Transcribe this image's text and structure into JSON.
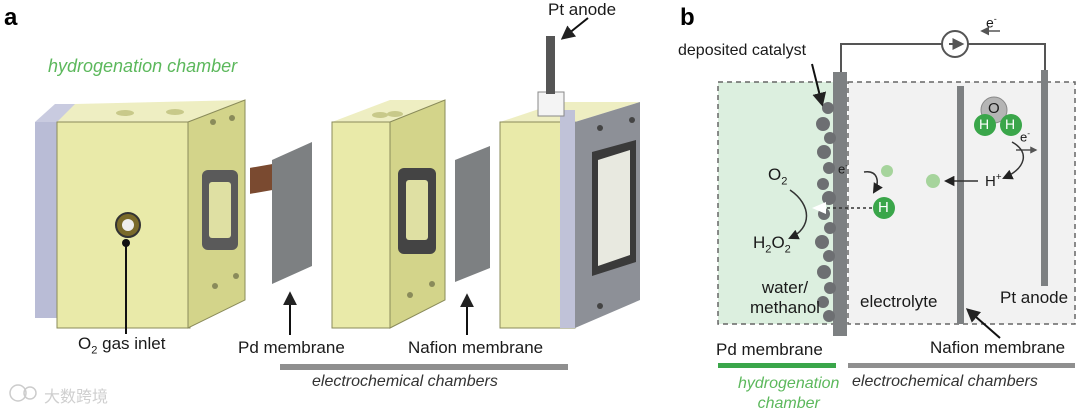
{
  "panel_a": {
    "letter": "a",
    "hydrogenation_chamber": "hydrogenation chamber",
    "pt_anode": "Pt anode",
    "o2_inlet": {
      "main": "O",
      "sub": "2",
      "rest": " gas inlet"
    },
    "pd_membrane": "Pd membrane",
    "nafion_membrane": "Nafion membrane",
    "electrochemical_chambers": "electrochemical chambers"
  },
  "panel_b": {
    "letter": "b",
    "deposited_catalyst": "deposited catalyst",
    "electron_top": {
      "main": "e",
      "sup": "-"
    },
    "o2": {
      "main": "O",
      "sub": "2"
    },
    "h2o2": {
      "a": "H",
      "sub1": "2",
      "b": "O",
      "sub2": "2"
    },
    "electron_catalyst": {
      "main": "e",
      "sup": "-"
    },
    "h_atom": "H",
    "h_plus": {
      "main": "H",
      "sup": "+"
    },
    "water_o": "O",
    "water_h1": "H",
    "water_h2": "H",
    "electron_anode": {
      "main": "e",
      "sup": "-"
    },
    "water_methanol": [
      "water/",
      "methanol"
    ],
    "electrolyte": "electrolyte",
    "pt_anode": "Pt anode",
    "pd_membrane": "Pd membrane",
    "nafion_membrane": "Nafion membrane",
    "hydrogenation_chamber": [
      "hydrogenation",
      "chamber"
    ],
    "electrochemical_chambers": "electrochemical chambers"
  },
  "watermark": "大数跨境",
  "colors": {
    "cell_body": "#e7e8a6",
    "cell_face": "#d8d98f",
    "plate_grey": "#8d9097",
    "green_label": "#5cb85c",
    "hydrogen_green": "#3aa64a",
    "chamber_tint": "#dcefdf",
    "membrane": "#7d8082"
  }
}
